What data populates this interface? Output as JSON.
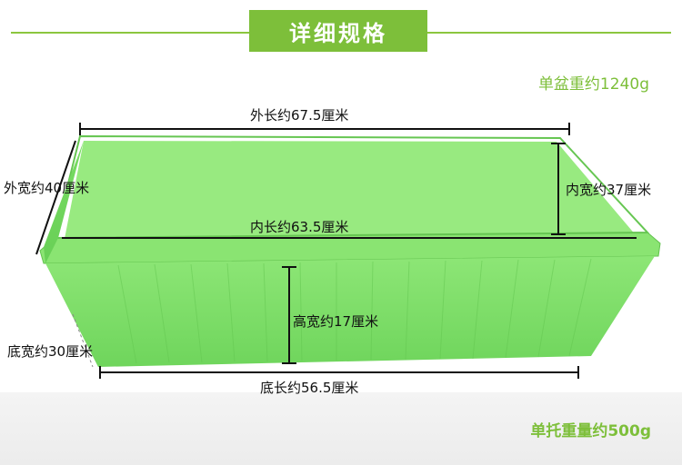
{
  "header": {
    "title": "详细规格"
  },
  "weights": {
    "single": "单盆重约1240g",
    "tray": "单托重量约500g"
  },
  "dimensions": {
    "outer_length": "外长约67.5厘米",
    "outer_width": "外宽约40厘米",
    "inner_width": "内宽约37厘米",
    "inner_length": "内长约63.5厘米",
    "height": "高宽约17厘米",
    "bottom_width": "底宽约30厘米",
    "bottom_length": "底长约56.5厘米"
  },
  "colors": {
    "accent": "#7dbf3a",
    "tray_green": "#7ddf6a"
  }
}
